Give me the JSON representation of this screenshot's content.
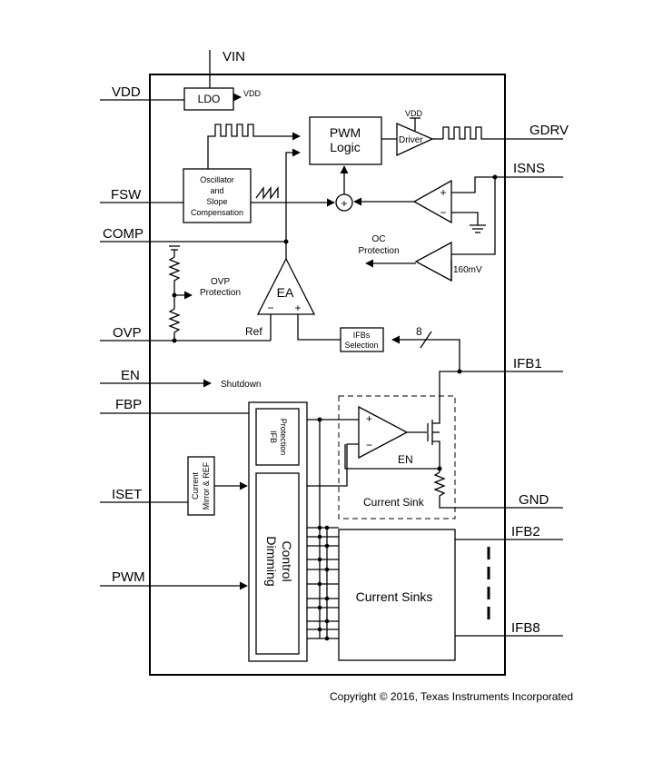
{
  "pins": {
    "vin": "VIN",
    "vdd": "VDD",
    "fsw": "FSW",
    "comp": "COMP",
    "ovp": "OVP",
    "en": "EN",
    "fbp": "FBP",
    "iset": "ISET",
    "pwm": "PWM",
    "gdrv": "GDRV",
    "isns": "ISNS",
    "ifb1": "IFB1",
    "gnd": "GND",
    "ifb2": "IFB2",
    "ifb8": "IFB8"
  },
  "blocks": {
    "ldo": "LDO",
    "ldo_out": "VDD",
    "pwm_logic_1": "PWM",
    "pwm_logic_2": "Logic",
    "driver": "Driver",
    "driver_supply": "VDD",
    "osc_1": "Oscillator",
    "osc_2": "and",
    "osc_3": "Slope",
    "osc_4": "Compensation",
    "ea": "EA",
    "ea_minus": "−",
    "ea_plus": "+",
    "ref": "Ref",
    "ifbs_1": "IFBs",
    "ifbs_2": "Selection",
    "bus_width": "8",
    "oc_1": "OC",
    "oc_2": "Protection",
    "oc_threshold": "160mV",
    "ovp_prot_1": "OVP",
    "ovp_prot_2": "Protection",
    "shutdown": "Shutdown",
    "ifb_prot_1": "IFB",
    "ifb_prot_2": "Protection",
    "current_mirror_1": "Current",
    "current_mirror_2": "Mirror & REF",
    "dimming_1": "Dimming",
    "dimming_2": "Control",
    "amp_plus": "+",
    "amp_minus": "−",
    "en_internal": "EN",
    "current_sink": "Current Sink",
    "current_sinks": "Current Sinks",
    "sum_symbol": "+"
  },
  "footer": {
    "copyright": "Copyright © 2016, Texas Instruments Incorporated"
  }
}
